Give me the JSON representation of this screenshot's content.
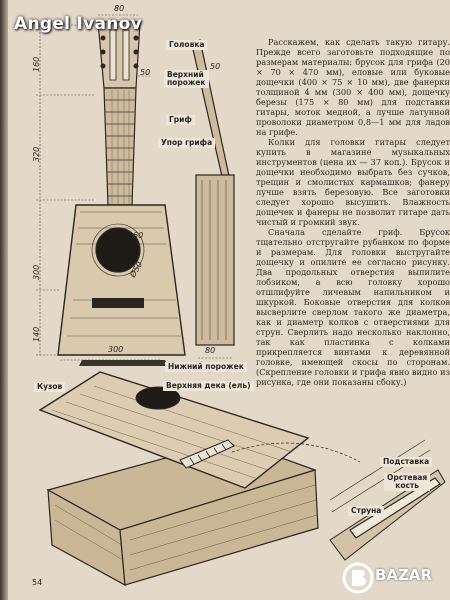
{
  "watermark": "Angel Ivanov",
  "page_number": "54",
  "labels": {
    "headstock": "Головка",
    "top_nut": "Верхний\nпорожек",
    "neck": "Гриф",
    "neck_stop": "Упор грифа",
    "body": "Кузов",
    "lower_nut": "Нижний порожек",
    "top_deck": "Верхняя дека (ель)",
    "stand": "Подставка",
    "bone_bar": "Орстевая\nкость",
    "string": "Струна"
  },
  "dimensions": {
    "neck_width": "80",
    "headstock_len": "160",
    "nut_width": "50",
    "neck_len": "320",
    "waist_upper": "60",
    "body_len": "300",
    "hole": "Ø50",
    "body_low": "140",
    "body_width": "300",
    "side_width": "80",
    "fifty": "50"
  },
  "text_paragraphs": [
    "Расскажем, как сделать такую гитару. Прежде всего заготовьте подходящие по размерам материалы: брусок для грифа (20 × 70 × 470 мм), еловые или буковые дощечки (400 × 75 × 10 мм), две фанерки толщиной 4 мм (300 × 400 мм), дощечку березы (175 × 80 мм) для подставки гитары, моток медной, а лучше латунной проволоки диаметром 0,8—1 мм для ладов на грифе.",
    "Колки для головки гитары следует купить в магазине музыкальных инструментов (цена их — 37 коп.). Брусок и дощечки необходимо выбрать без сучков, трещин и смолистых кармашков; фанеру лучше взять березовую. Все заготовки следует хорошо высушить. Влажность дощечек и фанеры не позволит гитаре дать чистый и громкий звук.",
    "Сначала сделайте гриф. Брусок тщательно отстругайте рубанком по форме и размерам. Для головки выстругайте дощечку и опилите ее согласно рисунку. Два продольных отверстия выпилите лобзиком, а всю головку хорошо отшлифуйте личевым напильником и шкуркой. Боковые отверстия для колков высверлите сверлом такого же диаметра, как и диаметр колков с отверстиями для струн. Сверлить надо несколько наклонно, так как пластинка с колками прикрепляется винтами к деревянной головке, имеющей скосы по сторонам. (Скрепление головки и грифа явно видно из рисунка, где они показаны сбоку.)"
  ],
  "logo": "BAZAR"
}
